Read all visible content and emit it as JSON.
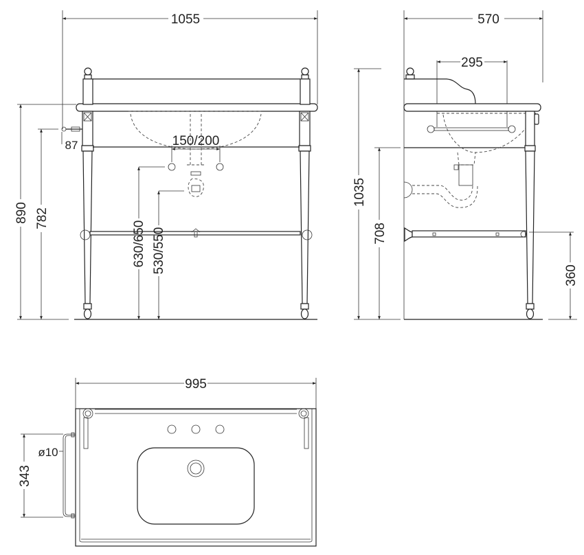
{
  "front_view": {
    "overall_width": "1055",
    "total_height": "890",
    "towel_rail_height": "782",
    "towel_rail_projection": "87",
    "tap_centres": "150/200",
    "tap_outlet_height": "630/650",
    "waste_height": "530/550"
  },
  "side_view": {
    "overall_depth": "570",
    "towel_rail_length": "295",
    "height_to_backsplash": "1035",
    "basin_underside_height": "708",
    "shelf_rail_height": "360"
  },
  "top_view": {
    "basin_width": "995",
    "towel_rail_span": "343",
    "rail_diameter": "ø10"
  }
}
